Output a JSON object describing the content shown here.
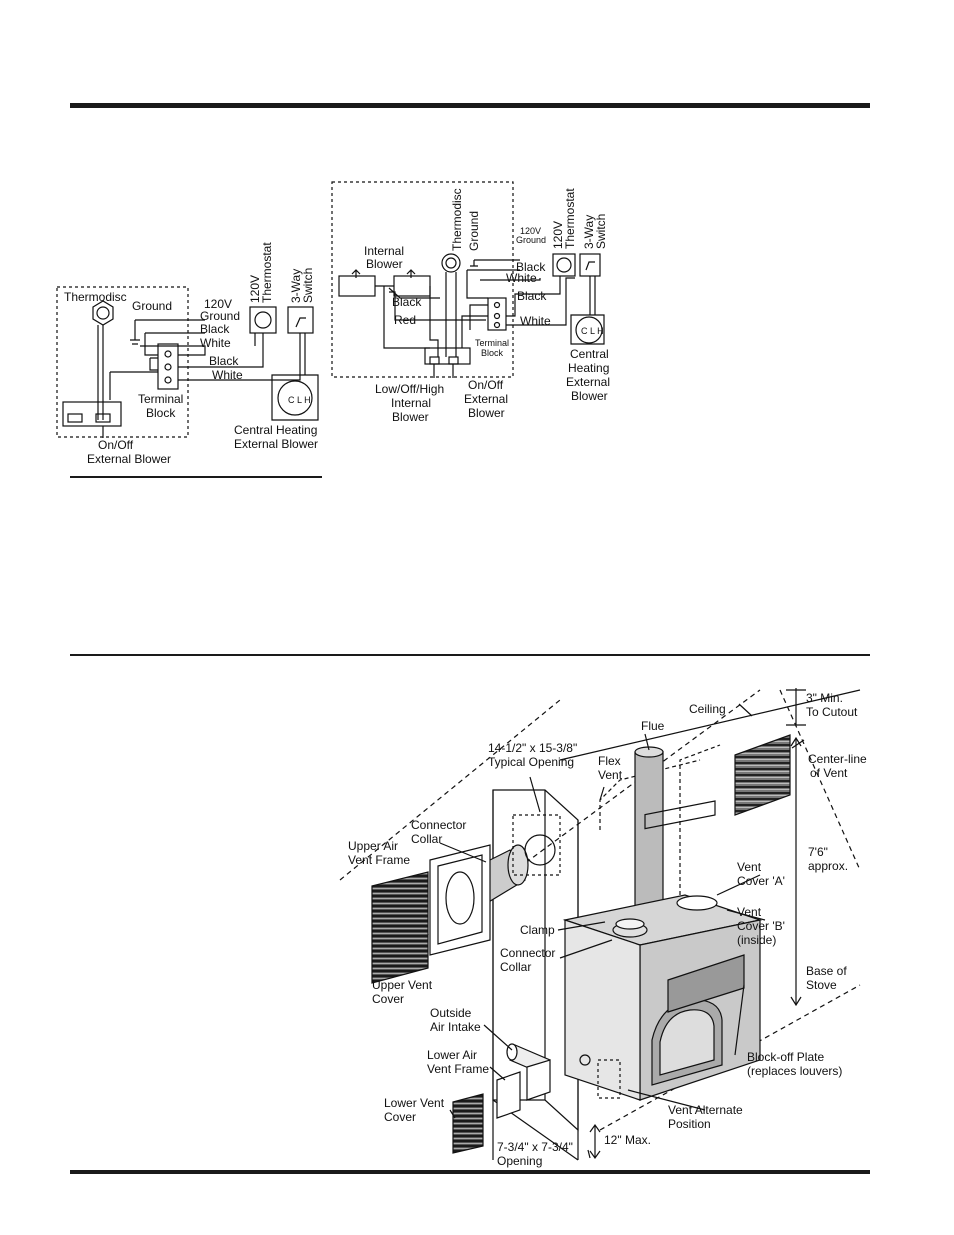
{
  "diagram1": {
    "thermodisc": "Thermodisc",
    "ground": "Ground",
    "v120": "120V",
    "ground2": "Ground",
    "black": "Black",
    "white": "White",
    "thermostat": "Thermostat",
    "v120_top": "120V",
    "switch3": "3-Way",
    "switch_word": "Switch",
    "black2": "Black",
    "white2": "White",
    "terminal": "Terminal",
    "block": "Block",
    "central": "Central Heating",
    "external_blower": "External Blower",
    "onoff": "On/Off",
    "onoff_ext": "External Blower",
    "clh": "C L H"
  },
  "diagram2": {
    "internal": "Internal",
    "blower": "Blower",
    "thermodisc": "Thermodisc",
    "ground": "Ground",
    "v120": "120V",
    "ground_small": "Ground",
    "v120_top": "120V",
    "thermostat": "Thermostat",
    "switch3": "3-Way",
    "switch_word": "Switch",
    "black_a": "Black",
    "white_a": "White",
    "black_b": "Black",
    "white_b": "White",
    "black_c": "Black",
    "red": "Red",
    "terminal": "Terminal",
    "block": "Block",
    "central": "Central",
    "heating": "Heating",
    "external": "External",
    "blower2": "Blower",
    "low": "Low/Off/High",
    "internal2": "Internal",
    "blower3": "Blower",
    "onoff": "On/Off",
    "external2": "External",
    "blower4": "Blower",
    "clh": "C L H"
  },
  "diagram3": {
    "min3": "3\" Min.",
    "to_cutout": "To Cutout",
    "ceiling": "Ceiling",
    "flue": "Flue",
    "centerline": "Center-line",
    "of_vent": "of Vent",
    "opening1": "14-1/2\" x 15-3/8\"",
    "typical": "Typical Opening",
    "flex": "Flex",
    "vent": "Vent",
    "connector": "Connector",
    "collar": "Collar",
    "upper_air": "Upper Air",
    "vent_frame": "Vent Frame",
    "height": "7'6\"",
    "approx": "approx.",
    "vent_cover": "Vent",
    "cover_a": "Cover  'A'",
    "vent_cover_b": "Vent",
    "cover_b": "Cover  'B'",
    "inside": "(inside)",
    "clamp": "Clamp",
    "connector2": "Connector",
    "collar2": "Collar",
    "upper_vent": "Upper Vent",
    "cover": "Cover",
    "base_of": "Base of",
    "stove": "Stove",
    "outside": "Outside",
    "air_intake": "Air Intake",
    "lower_air": "Lower Air",
    "vent_frame2": "Vent Frame",
    "block_off": "Block-off Plate",
    "replaces": "(replaces louvers)",
    "lower_vent": "Lower Vent",
    "cover2": "Cover",
    "alt": "Vent Alternate",
    "position": "Position",
    "opening2": "7-3/4\" x 7-3/4\"",
    "opening_word": "Opening",
    "max12": "12\" Max."
  }
}
